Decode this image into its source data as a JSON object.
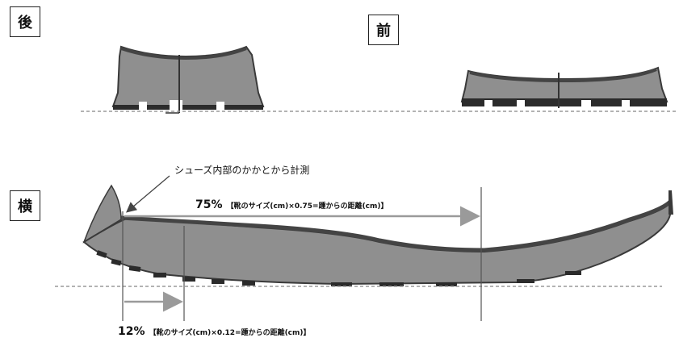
{
  "labels": {
    "rear": "後",
    "front": "前",
    "side": "横"
  },
  "annotations": {
    "heel_note": "シューズ内部のかかとから計測",
    "measure_75": {
      "percent": "75%",
      "formula": "【靴のサイズ(cm)×0.75=踵からの距離(cm)】"
    },
    "measure_12": {
      "percent": "12%",
      "formula": "【靴のサイズ(cm)×0.12=踵からの距離(cm)】"
    }
  },
  "colors": {
    "sole_fill": "#8f8f8f",
    "sole_dark": "#3a3a3a",
    "arrow": "#9a9a9a",
    "ground_line": "#9a9a9a",
    "guide_line": "#555555"
  }
}
